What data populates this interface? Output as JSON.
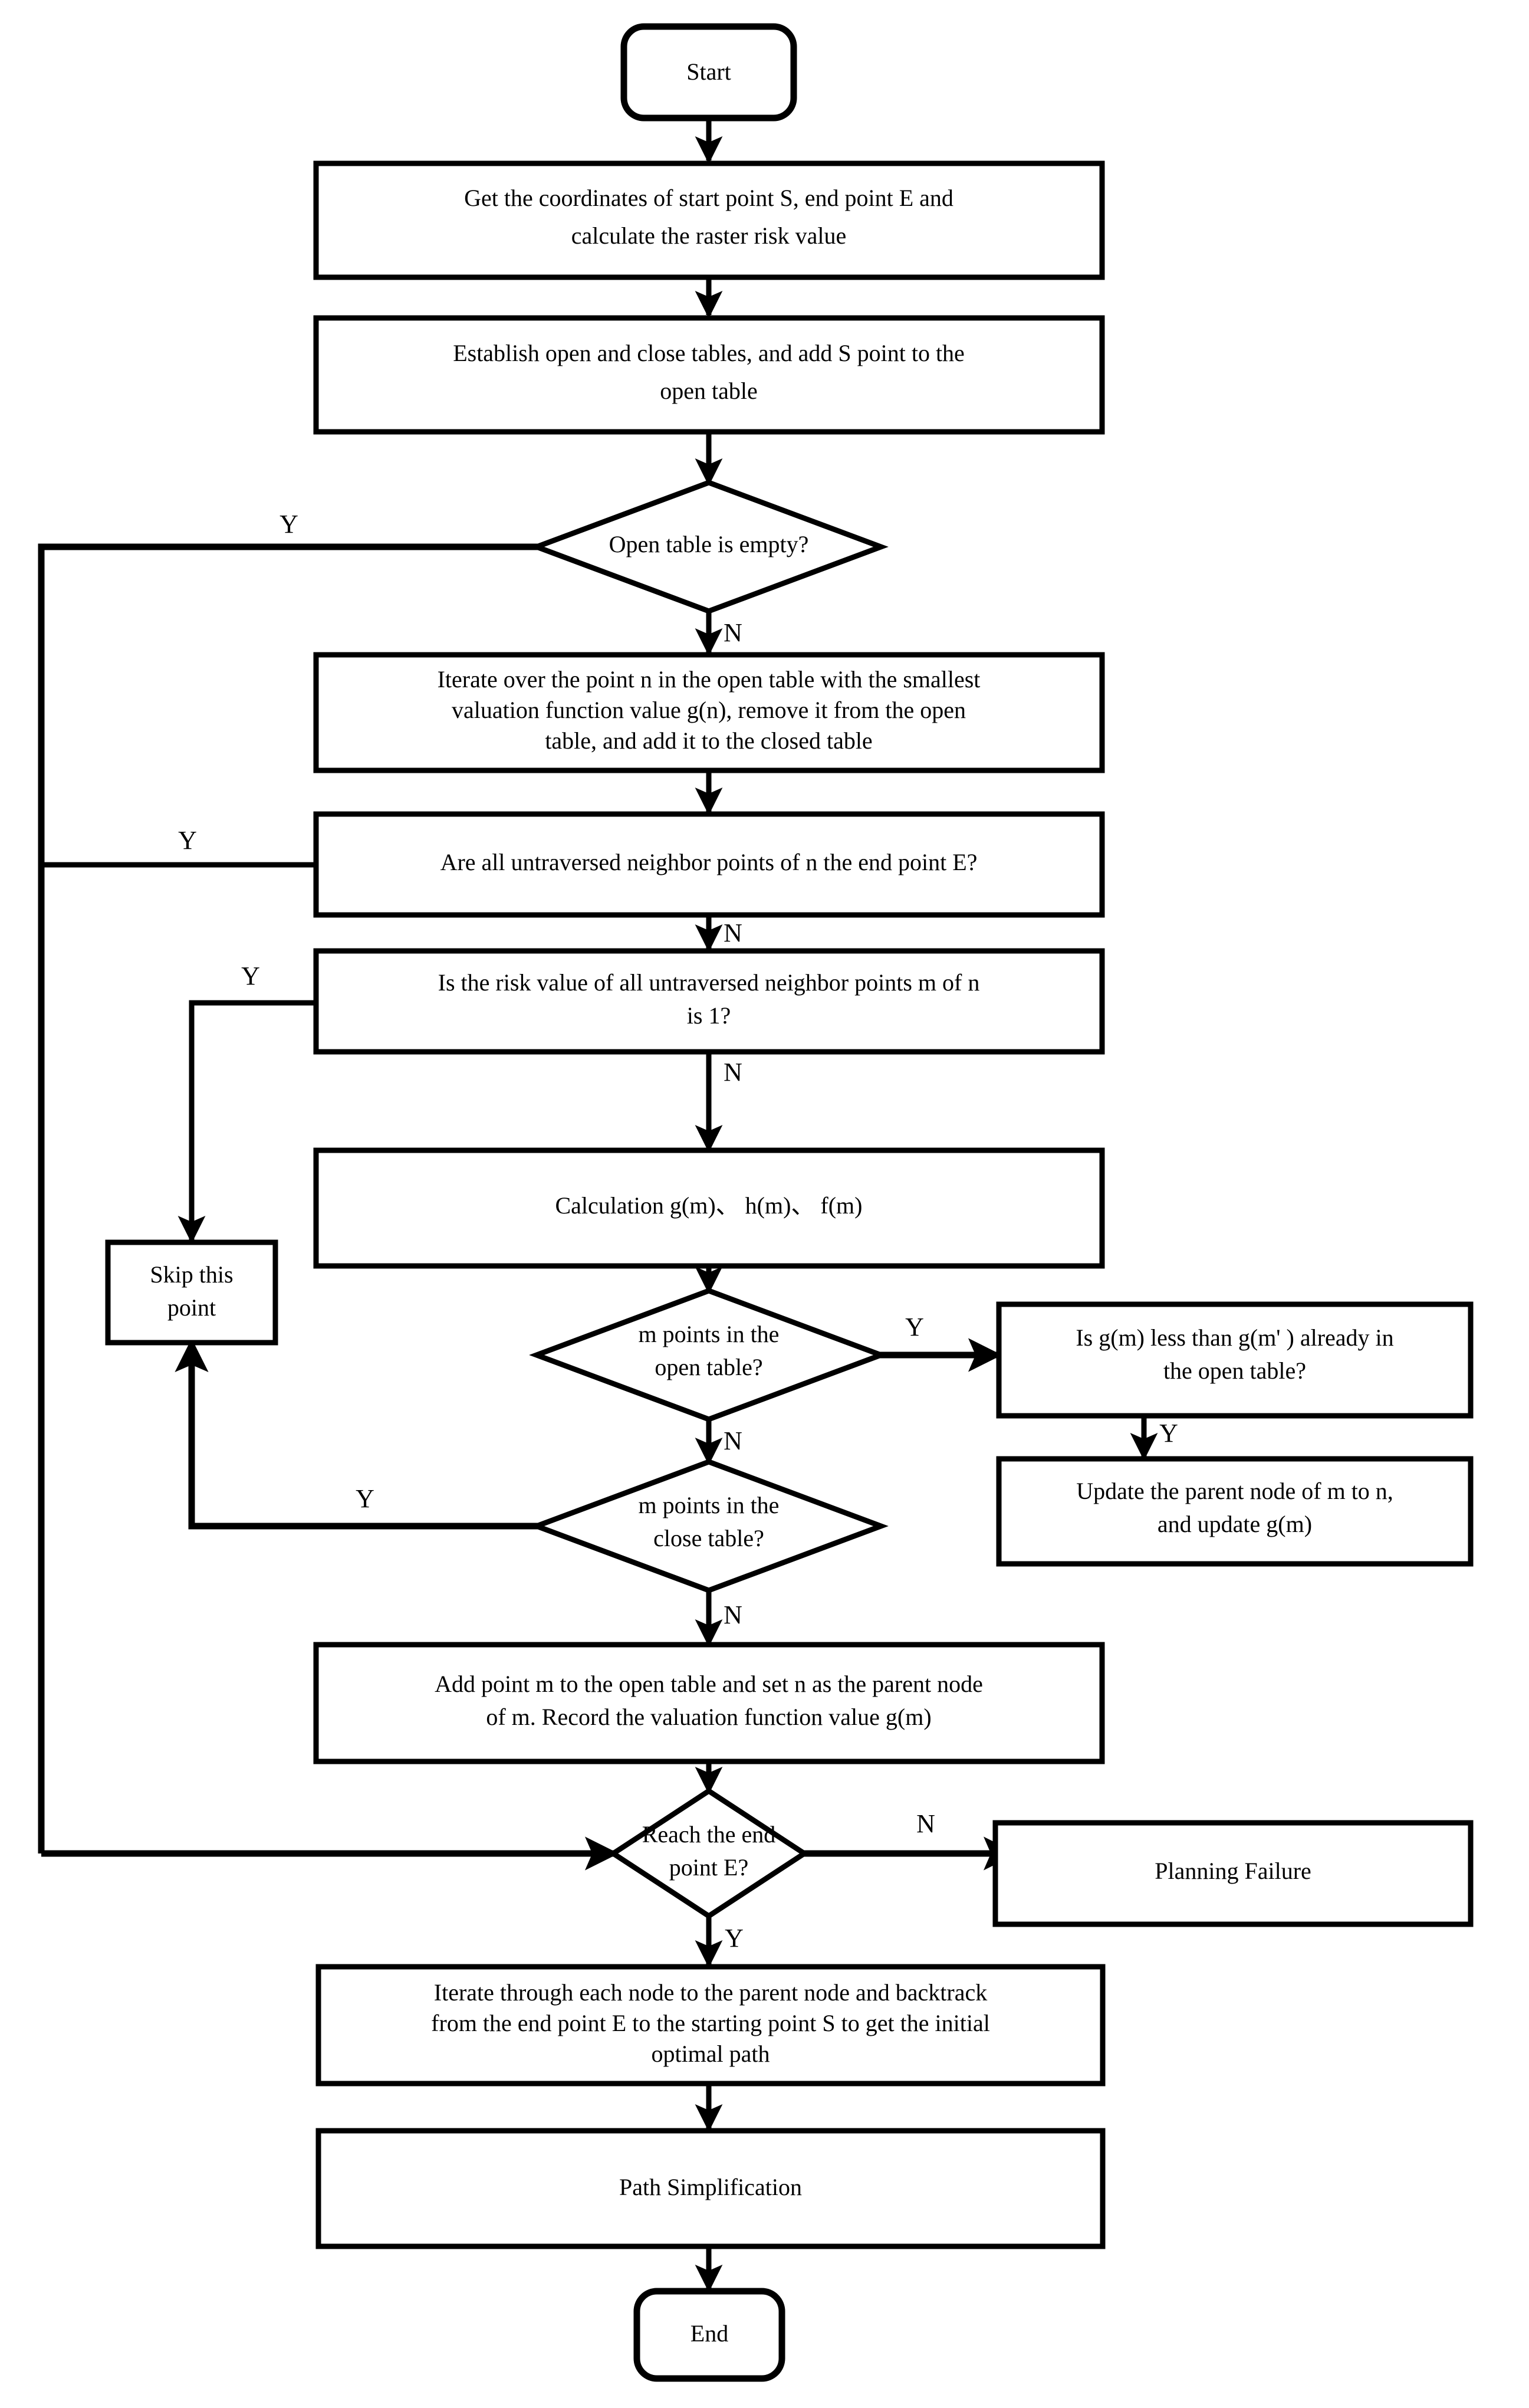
{
  "diagram": {
    "title": "A* path planning algorithm flowchart",
    "type": "flowchart",
    "background_color": "#ffffff",
    "line_color": "#000000",
    "text_color": "#000000"
  },
  "nodes": {
    "start": {
      "label": "Start",
      "shape": "terminator"
    },
    "get_coords": {
      "line1": "Get the coordinates of start point S, end point E and",
      "line2": "calculate the raster risk value",
      "shape": "process"
    },
    "establish_tables": {
      "line1": "Establish open and close tables, and add S point to the",
      "line2": "open table",
      "shape": "process"
    },
    "open_empty": {
      "label": "Open table is empty?",
      "shape": "decision"
    },
    "iterate_point_n": {
      "line1": "Iterate over the point n in the open table with the smallest",
      "line2": "valuation function value g(n), remove it from the open",
      "line3": "table, and add it to the closed table",
      "shape": "process"
    },
    "neighbors_end": {
      "line1": "Are all untraversed neighbor points of n the end point E?",
      "shape": "process"
    },
    "risk_is_one": {
      "line1": "Is the risk value of all untraversed neighbor points m of n",
      "line2": "is 1?",
      "shape": "process"
    },
    "calculation": {
      "label": "Calculation g(m)、 h(m)、 f(m)",
      "shape": "process"
    },
    "skip_point": {
      "line1": "Skip this",
      "line2": "point",
      "shape": "process"
    },
    "m_in_open": {
      "line1": "m points in the",
      "line2": "open table?",
      "shape": "decision"
    },
    "m_in_close": {
      "line1": "m points in the",
      "line2": "close table?",
      "shape": "decision"
    },
    "gm_less": {
      "line1": "Is g(m) less than g(m' ) already in",
      "line2": "the open table?",
      "shape": "process"
    },
    "update_parent": {
      "line1": "Update the parent node of m to n,",
      "line2": "and update g(m)",
      "shape": "process"
    },
    "add_point_m": {
      "line1": "Add point m to the open table and set n as the parent node",
      "line2": "of m. Record the valuation function value g(m)",
      "shape": "process"
    },
    "reach_end": {
      "line1": "Reach the end",
      "line2": "point E?",
      "shape": "decision"
    },
    "planning_failure": {
      "label": "Planning Failure",
      "shape": "process"
    },
    "backtrack": {
      "line1": "Iterate through each node to the parent node and backtrack",
      "line2": "from the end point E to the starting point S to get the initial",
      "line3": "optimal path",
      "shape": "process"
    },
    "path_simplification": {
      "label": "Path Simplification",
      "shape": "process"
    },
    "end": {
      "label": "End",
      "shape": "terminator"
    }
  },
  "edge_labels": {
    "open_empty_yes": "Y",
    "open_empty_no": "N",
    "neighbors_end_yes": "Y",
    "neighbors_end_no": "N",
    "risk_is_one_yes": "Y",
    "risk_is_one_no": "N",
    "m_in_open_yes": "Y",
    "m_in_open_no": "N",
    "m_in_close_yes": "Y",
    "m_in_close_no": "N",
    "gm_less_yes": "Y",
    "reach_end_no": "N",
    "reach_end_yes": "Y"
  }
}
